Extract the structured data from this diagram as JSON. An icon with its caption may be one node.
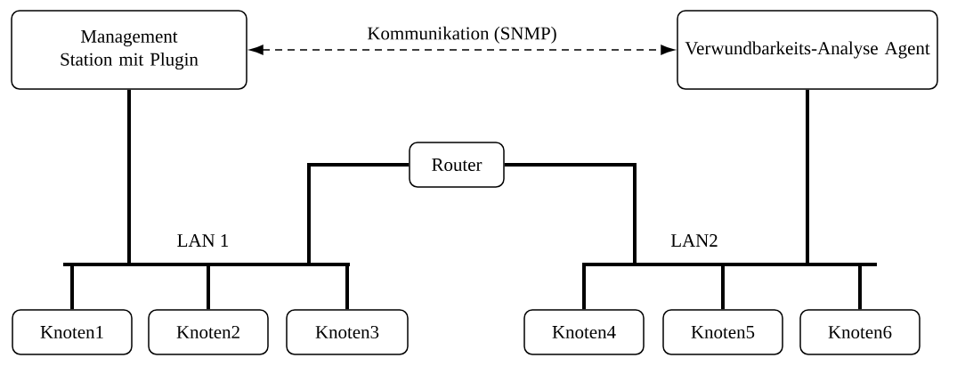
{
  "diagram": {
    "nodes": [
      {
        "text": [
          "Management Station mit Plugin"
        ]
      },
      {
        "text": [
          "Verwundbarkeits-Analyse Agent"
        ]
      },
      {
        "text": [
          "Router"
        ]
      },
      {
        "text": [],
        "shape": "bar",
        "beside": [
          "LAN 1"
        ]
      },
      {
        "text": [],
        "shape": "bar",
        "beside": [
          "LAN2"
        ]
      },
      {
        "text": [
          "Knoten1"
        ]
      },
      {
        "text": [
          "Knoten2"
        ]
      },
      {
        "text": [
          "Knoten3"
        ]
      },
      {
        "text": [
          "Knoten4"
        ]
      },
      {
        "text": [
          "Knoten5"
        ]
      },
      {
        "text": [
          "Knoten6"
        ]
      }
    ],
    "edges": [
      {
        "from": 0,
        "to": 1,
        "arrow": "both",
        "style": "dashed",
        "label": "Kommunikation (SNMP)"
      },
      {
        "from": 0,
        "to": 3,
        "arrow": "none"
      },
      {
        "from": 2,
        "to": 3,
        "arrow": "none"
      },
      {
        "from": 2,
        "to": 4,
        "arrow": "none"
      },
      {
        "from": 1,
        "to": 4,
        "arrow": "none"
      },
      {
        "from": 3,
        "to": 5,
        "arrow": "none"
      },
      {
        "from": 3,
        "to": 6,
        "arrow": "none"
      },
      {
        "from": 3,
        "to": 7,
        "arrow": "none"
      },
      {
        "from": 4,
        "to": 8,
        "arrow": "none"
      },
      {
        "from": 4,
        "to": 9,
        "arrow": "none"
      },
      {
        "from": 4,
        "to": 10,
        "arrow": "none"
      }
    ]
  }
}
